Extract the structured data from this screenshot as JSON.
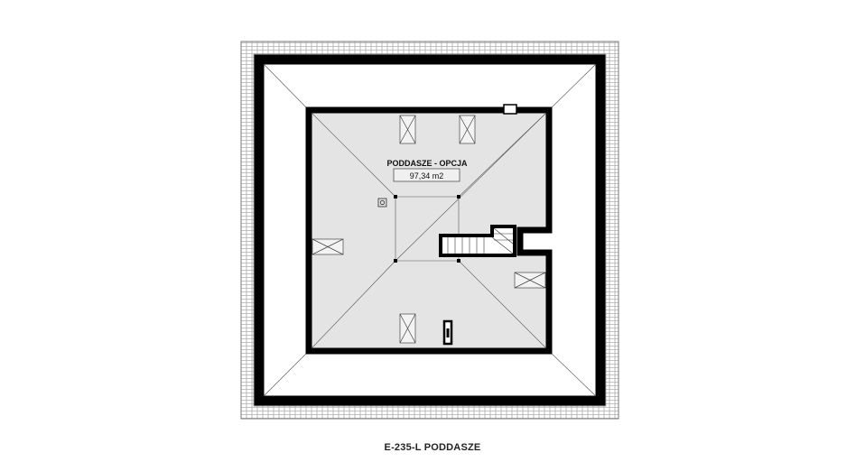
{
  "room": {
    "name": "PODDASZE - OPCJA",
    "area": "97,34 m2"
  },
  "caption": "E-235-L PODDASZE",
  "colors": {
    "wall": "#000000",
    "floor": "#e4e4e4",
    "roof_tiles": "#8a8a8a",
    "hip_lines": "#555555"
  }
}
